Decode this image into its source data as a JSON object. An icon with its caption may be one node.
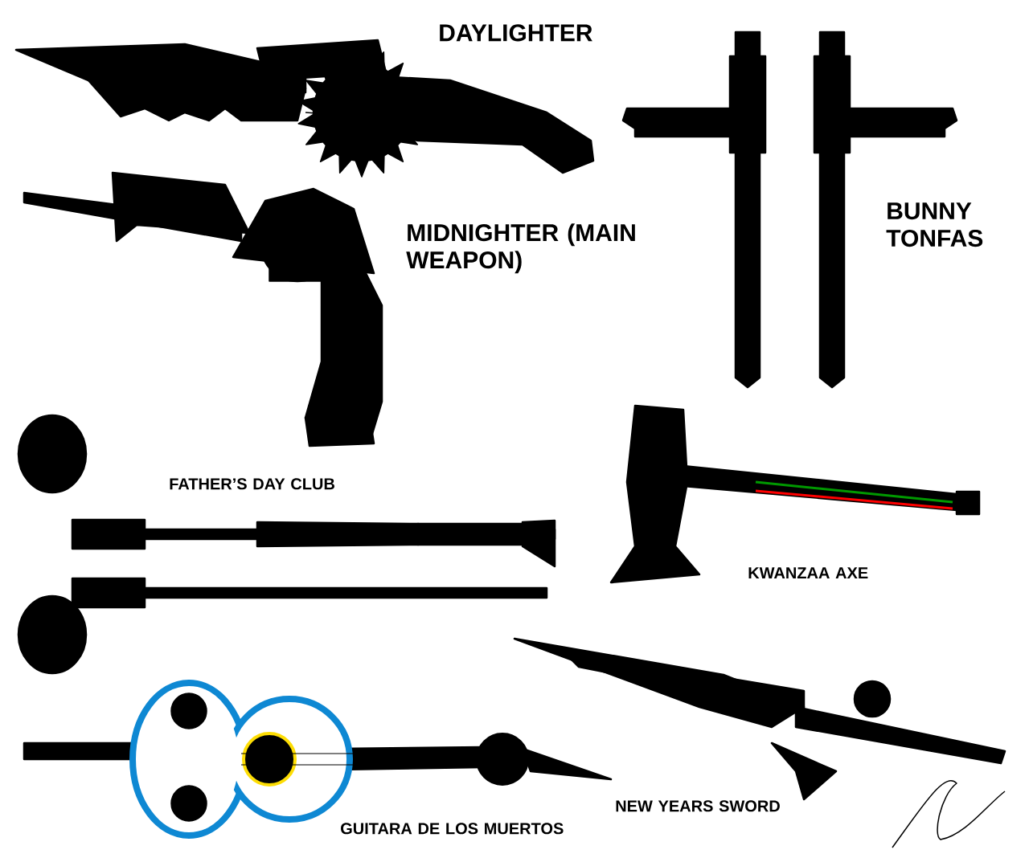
{
  "diagram": {
    "labels": [
      "DAYLIGHTER",
      "MIDNIGHTER (MAIN WEAPON)",
      "BUNNY TONFAS",
      "FATHER’S DAY CLUB",
      "KWANZAA AXE",
      "NEW YEARS SWORD",
      "GUITARA DE LOS MUERTOS"
    ]
  }
}
